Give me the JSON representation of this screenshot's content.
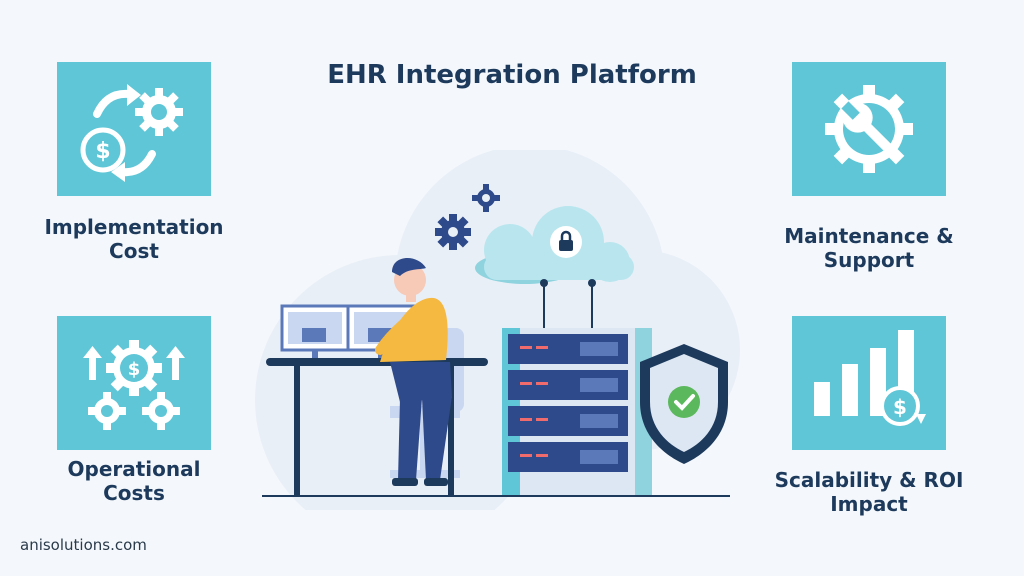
{
  "title": "EHR Integration Platform",
  "cards": [
    {
      "lines": [
        "Implementation",
        "Cost"
      ],
      "icon": "cost-cycle-icon"
    },
    {
      "lines": [
        "Operational",
        "Costs"
      ],
      "icon": "gears-dollar-icon"
    },
    {
      "lines": [
        "Maintenance &",
        "Support"
      ],
      "icon": "wrench-gear-icon"
    },
    {
      "lines": [
        "Scalability & ROI",
        "Impact"
      ],
      "icon": "bar-growth-icon"
    }
  ],
  "footer": "anisolutions.com",
  "colors": {
    "accent": "#5ec6d6",
    "navy": "#1d3a5c",
    "background": "#f4f8fc",
    "server": "#2f4a8a",
    "shield_check": "#5cb85c"
  }
}
